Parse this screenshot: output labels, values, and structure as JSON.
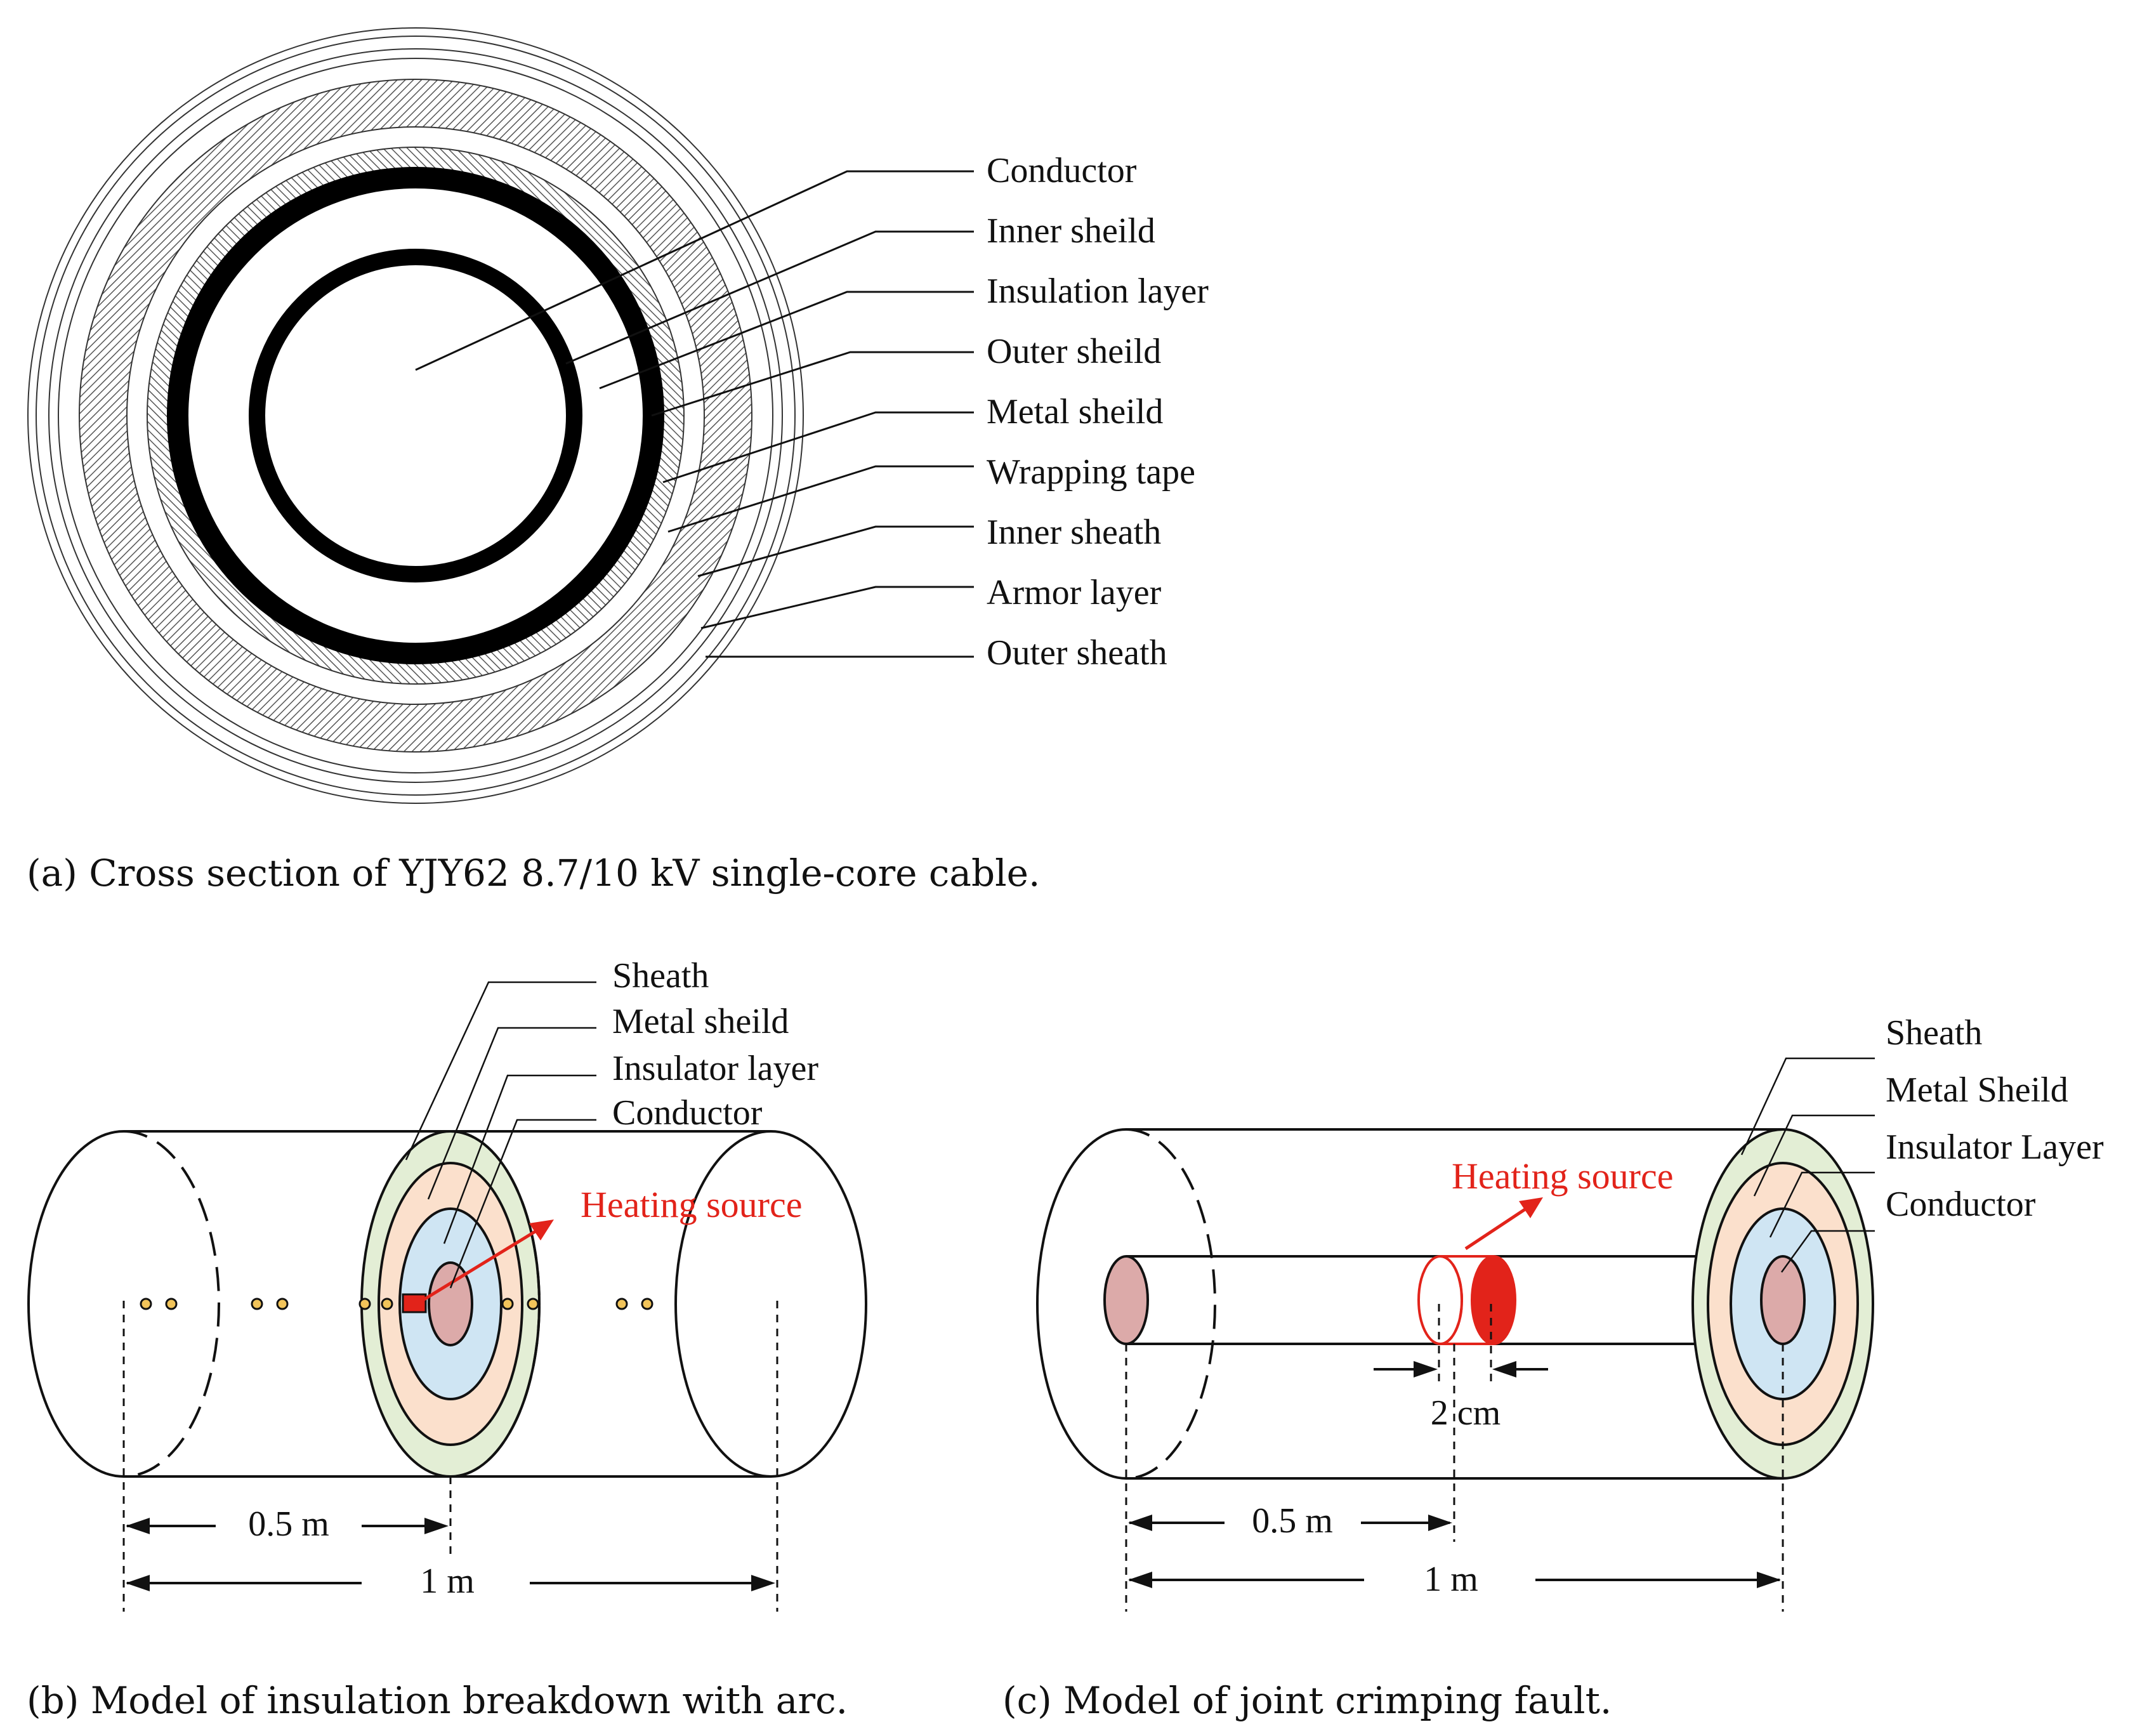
{
  "panel_a": {
    "caption": "(a) Cross section of YJY62 8.7/10 kV single-core cable.",
    "layers": [
      "Conductor",
      "Inner sheild",
      "Insulation layer",
      "Outer sheild",
      "Metal sheild",
      "Wrapping tape",
      "Inner sheath",
      "Armor layer",
      "Outer sheath"
    ]
  },
  "panel_b": {
    "caption": "(b) Model of insulation breakdown with arc.",
    "layers": [
      "Sheath",
      "Metal sheild",
      "Insulator layer",
      "Conductor"
    ],
    "heating_label": "Heating source",
    "dim_half": "0.5 m",
    "dim_full": "1 m"
  },
  "panel_c": {
    "caption": "(c) Model of joint crimping fault.",
    "layers": [
      "Sheath",
      "Metal Sheild",
      "Insulator Layer",
      "Conductor"
    ],
    "heating_label": "Heating source",
    "dim_gap": "2 cm",
    "dim_half": "0.5 m",
    "dim_full": "1 m"
  },
  "colors": {
    "heating": "#e2231a",
    "sheath_fill": "#e3eed5",
    "metal_fill": "#fbe0cc",
    "insulator_fill": "#cfe5f3",
    "conductor_fill": "#dcaaa9",
    "dot_fill": "#f2c45a"
  }
}
